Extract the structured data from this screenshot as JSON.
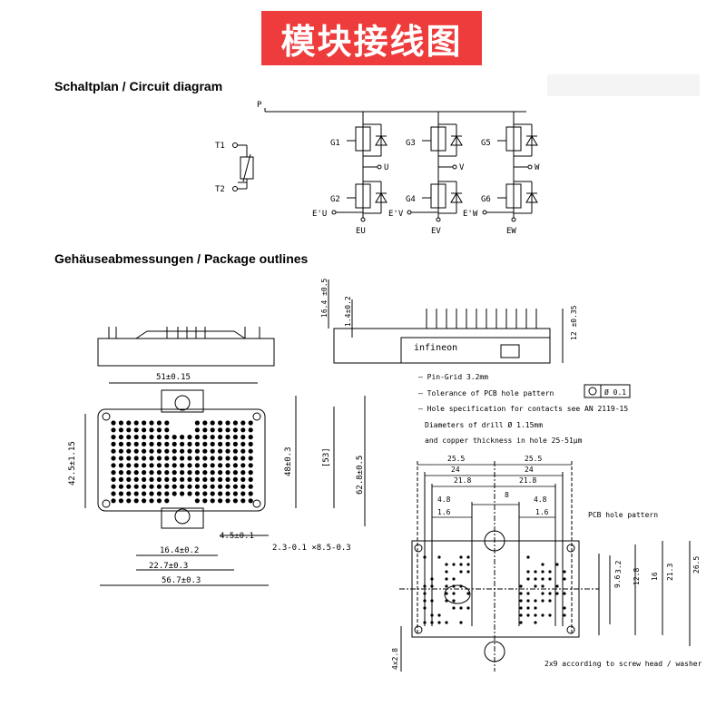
{
  "banner": {
    "title": "模块接线图"
  },
  "sections": {
    "circuit_title": "Schaltplan / Circuit diagram",
    "package_title": "Gehäuseabmessungen / Package outlines"
  },
  "circuit": {
    "bus_label": "P",
    "thermistor": {
      "t1": "T1",
      "t2": "T2"
    },
    "legs": [
      {
        "upper_gate": "G1",
        "lower_gate": "G2",
        "phase": "U",
        "aux_emitter": "E'U",
        "emitter": "EU"
      },
      {
        "upper_gate": "G3",
        "lower_gate": "G4",
        "phase": "V",
        "aux_emitter": "E'V",
        "emitter": "EV"
      },
      {
        "upper_gate": "G5",
        "lower_gate": "G6",
        "phase": "W",
        "aux_emitter": "E'W",
        "emitter": "EW"
      }
    ]
  },
  "package": {
    "dims": {
      "d51": "51±0.15",
      "d42_5": "42.5±1.15",
      "d48": "48±0.3",
      "d53": "[53]",
      "d62_8": "62.8±0.5",
      "d4_5": "4.5±0.1",
      "d16_4": "16.4±0.2",
      "d22_7": "22.7±0.3",
      "d56_7": "56.7±0.3",
      "d2_3": "2.3-0.1 ×8.5-0.3",
      "d16_4v": "16.4 ±0.5",
      "d1_4": "1.4±0.2",
      "d12": "12 ±0.35"
    },
    "brand": "infineon",
    "notes": [
      "– Pin-Grid 3.2mm",
      "– Tolerance of PCB hole pattern",
      "– Hole specification for contacts see AN 2119-15",
      "Diameters of drill Ø 1.15mm",
      "and copper thickness in hole 25-51µm"
    ],
    "tolerance_box": "Ø 0.1"
  },
  "pcb": {
    "title": "PCB hole pattern",
    "dims_top": [
      "25.5",
      "25.5",
      "24",
      "24",
      "21.8",
      "21.8",
      "8",
      "4.8",
      "4.8",
      "1.6",
      "1.6"
    ],
    "dims_right": [
      "3.2",
      "9.6",
      "12.8",
      "16",
      "21.3",
      "26.5"
    ],
    "dim_left": "4x2.8",
    "footnote": "2x9 according to screw head / washer"
  }
}
